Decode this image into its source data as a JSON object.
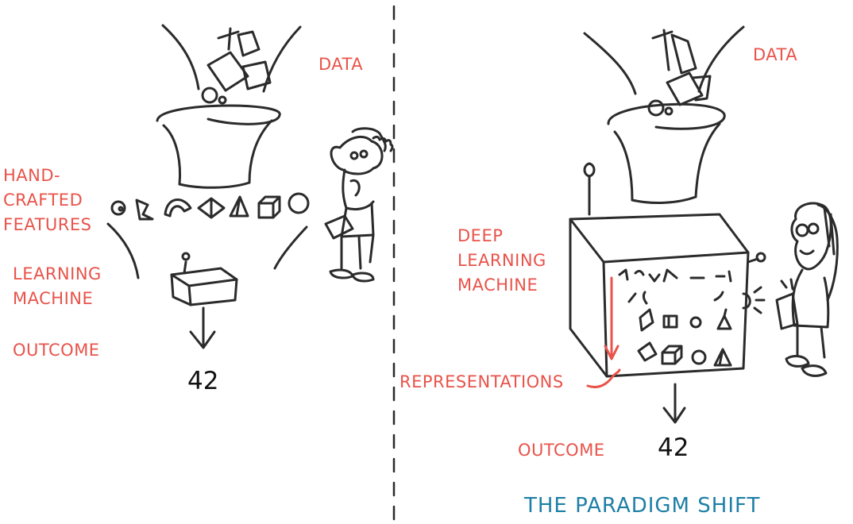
{
  "left_panel": {
    "data_label": "DATA",
    "features_label": [
      "HAND-",
      "CRAFTED",
      "FEATURES"
    ],
    "machine_label": [
      "LEARNING",
      "MACHINE"
    ],
    "outcome_label": "OUTCOME",
    "result": "42"
  },
  "right_panel": {
    "data_label": "DATA",
    "machine_label": [
      "DEEP",
      "LEARNING",
      "MACHINE"
    ],
    "representations_label": "REPRESENTATIONS",
    "outcome_label": "OUTCOME",
    "result": "42"
  },
  "caption": "THE PARADIGM SHIFT",
  "colors": {
    "label": "#e8534a",
    "ink": "#2b2b2b",
    "caption": "#1e7fa6"
  }
}
